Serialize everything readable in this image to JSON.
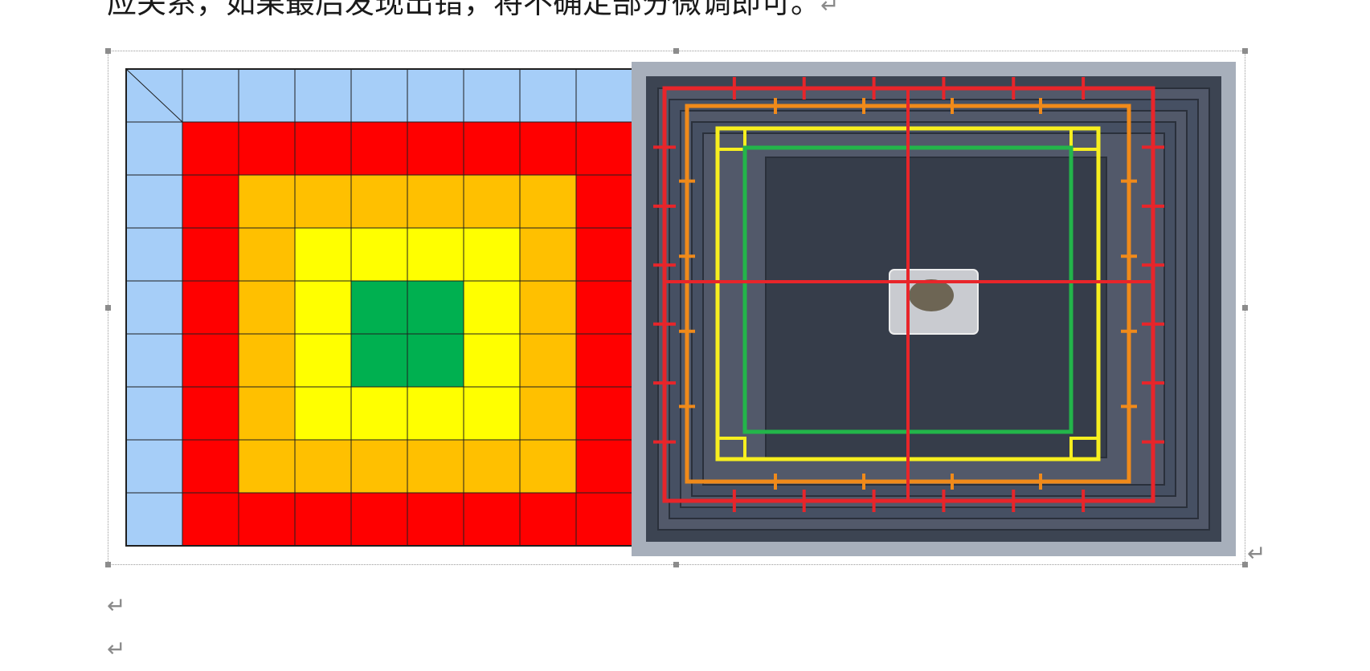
{
  "document": {
    "paragraph_text": "应关系，如果最后发现出错，将不确定部分微调即可。",
    "paragraph_mark": "↵",
    "after_image_mark": "↵",
    "empty_paragraph_mark_1": "↵",
    "empty_paragraph_mark_2": "↵"
  },
  "grid_figure": {
    "rows": 9,
    "cols": 9,
    "colors": {
      "header": "#a6cef8",
      "ring_outer": "#ff0000",
      "ring_2": "#ffc000",
      "ring_3": "#ffff00",
      "center": "#00b050",
      "line": "#1f1f1f"
    }
  },
  "photo_figure": {
    "colors": {
      "background": "#3c4452",
      "frame_grey": "#a7afbb",
      "red": "#e8252a",
      "orange": "#f08a1a",
      "yellow": "#f7ef1f",
      "green": "#23b54a"
    }
  }
}
